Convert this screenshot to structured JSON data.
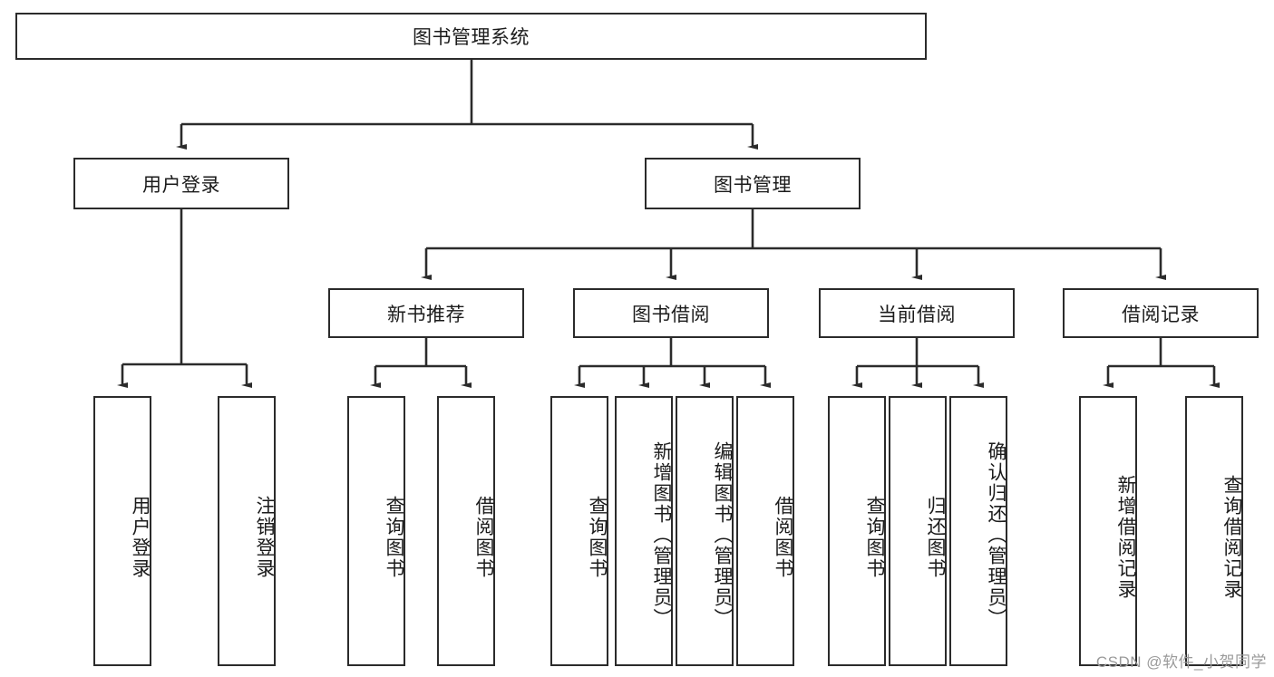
{
  "diagram": {
    "type": "tree-hierarchy-chart",
    "title": "图书管理系统",
    "watermark": "CSDN @软件_小贺同学",
    "colors": {
      "box_border": "#2b2b2b",
      "box_fill": "#ffffff",
      "edge": "#2b2b2b",
      "text": "#1b1b1b",
      "watermark": "#9a9a9a"
    },
    "levels": {
      "root": "图书管理系统",
      "level2": [
        "用户登录",
        "图书管理"
      ],
      "level3": [
        "新书推荐",
        "图书借阅",
        "当前借阅",
        "借阅记录"
      ]
    },
    "nodes": {
      "root": {
        "label": "图书管理系统"
      },
      "user_login": {
        "label": "用户登录"
      },
      "book_manage": {
        "label": "图书管理"
      },
      "new_book_rec": {
        "label": "新书推荐"
      },
      "book_borrow": {
        "label": "图书借阅"
      },
      "current_borrow": {
        "label": "当前借阅"
      },
      "borrow_record": {
        "label": "借阅记录"
      },
      "leaf_user_login": {
        "label": "用户登录"
      },
      "leaf_logout": {
        "label": "注销登录"
      },
      "leaf_query_book_1": {
        "label": "查询图书"
      },
      "leaf_borrow_book_1": {
        "label": "借阅图书"
      },
      "leaf_query_book_2": {
        "label": "查询图书"
      },
      "leaf_add_book": {
        "label": "新增图书（管理员）"
      },
      "leaf_edit_book": {
        "label": "编辑图书（管理员）"
      },
      "leaf_borrow_book_2": {
        "label": "借阅图书"
      },
      "leaf_query_book_3": {
        "label": "查询图书"
      },
      "leaf_return_book": {
        "label": "归还图书"
      },
      "leaf_confirm_return": {
        "label": "确认归还（管理员）"
      },
      "leaf_add_record": {
        "label": "新增借阅记录"
      },
      "leaf_query_record": {
        "label": "查询借阅记录"
      }
    },
    "edges": [
      {
        "from": "root",
        "to": "user_login"
      },
      {
        "from": "root",
        "to": "book_manage"
      },
      {
        "from": "user_login",
        "to": "leaf_user_login"
      },
      {
        "from": "user_login",
        "to": "leaf_logout"
      },
      {
        "from": "book_manage",
        "to": "new_book_rec"
      },
      {
        "from": "book_manage",
        "to": "book_borrow"
      },
      {
        "from": "book_manage",
        "to": "current_borrow"
      },
      {
        "from": "book_manage",
        "to": "borrow_record"
      },
      {
        "from": "new_book_rec",
        "to": "leaf_query_book_1"
      },
      {
        "from": "new_book_rec",
        "to": "leaf_borrow_book_1"
      },
      {
        "from": "book_borrow",
        "to": "leaf_query_book_2"
      },
      {
        "from": "book_borrow",
        "to": "leaf_add_book"
      },
      {
        "from": "book_borrow",
        "to": "leaf_edit_book"
      },
      {
        "from": "book_borrow",
        "to": "leaf_borrow_book_2"
      },
      {
        "from": "current_borrow",
        "to": "leaf_query_book_3"
      },
      {
        "from": "current_borrow",
        "to": "leaf_return_book"
      },
      {
        "from": "current_borrow",
        "to": "leaf_confirm_return"
      },
      {
        "from": "borrow_record",
        "to": "leaf_add_record"
      },
      {
        "from": "borrow_record",
        "to": "leaf_query_record"
      }
    ]
  }
}
